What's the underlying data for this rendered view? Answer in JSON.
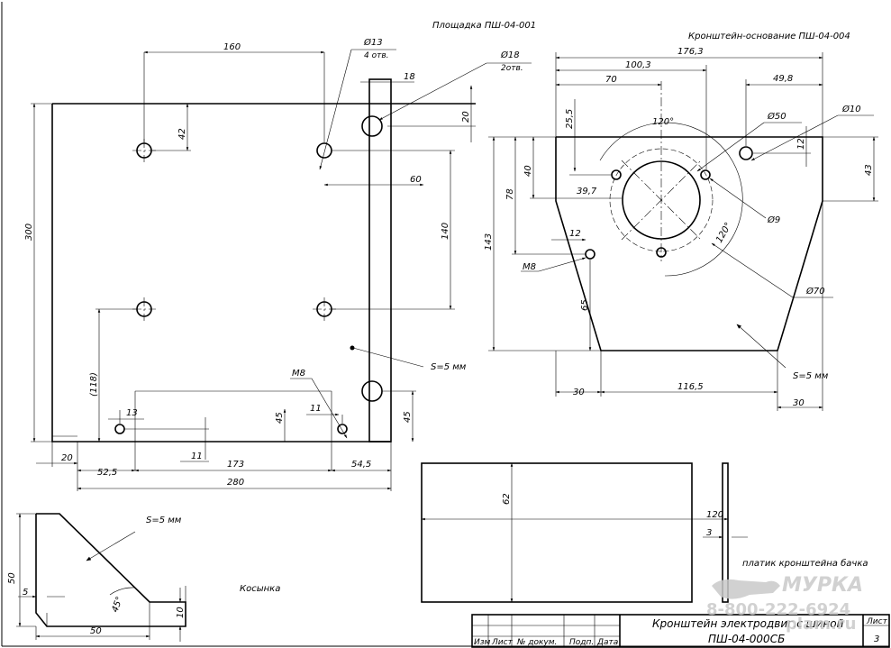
{
  "titles": {
    "platform": "Площадка ПШ-04-001",
    "bracket_base": "Кронштейн-основание ПШ-04-004",
    "gusset": "Косынка",
    "tank_plate": "платик кронштейна бачка"
  },
  "platform_dims": {
    "d160": "160",
    "d13": "Ø13",
    "d13_count": "4 отв.",
    "d18": "Ø18",
    "d18_count": "2отв.",
    "d18w": "18",
    "d20": "20",
    "d42": "42",
    "d60": "60",
    "d140": "140",
    "d300": "300",
    "d118": "(118)",
    "m8": "M8",
    "d13b": "13",
    "d11a": "11",
    "d11b": "11",
    "d45a": "45",
    "d45b": "45",
    "thickness": "S=5 мм",
    "d20b": "20",
    "d52": "52,5",
    "d173": "173",
    "d54": "54,5",
    "d280": "280"
  },
  "base_dims": {
    "d176": "176,3",
    "d100": "100,3",
    "d70": "70",
    "d49": "49,8",
    "d25": "25,5",
    "d120a": "120°",
    "d50": "Ø50",
    "d10": "Ø10",
    "d12a": "12",
    "d43": "43",
    "d40": "40",
    "d39": "39,7",
    "d78": "78",
    "d143": "143",
    "d9": "Ø9",
    "d120b": "120°",
    "d12b": "12",
    "m8": "M8",
    "d65": "65",
    "d70b": "Ø70",
    "thickness": "S=5 мм",
    "d30a": "30",
    "d116": "116,5",
    "d30b": "30"
  },
  "plate_dims": {
    "d62": "62",
    "d120": "120",
    "d3": "3"
  },
  "gusset_dims": {
    "thickness": "S=5 мм",
    "d50v": "50",
    "d5": "5",
    "d45": "45°",
    "d10": "10",
    "d50h": "50"
  },
  "title_block": {
    "name_line1": "Кронштейн электродвиг.с шиной",
    "name_line2": "ПШ-04-000СБ",
    "sheet_label": "Лист",
    "sheet_no": "3",
    "cols": [
      "Изм",
      "Лист",
      "№ докум.",
      "Подп.",
      "Дата"
    ]
  },
  "watermark": {
    "brand": "МУРКА",
    "phone": "8-800-222-6924",
    "site": "plam.ru"
  }
}
